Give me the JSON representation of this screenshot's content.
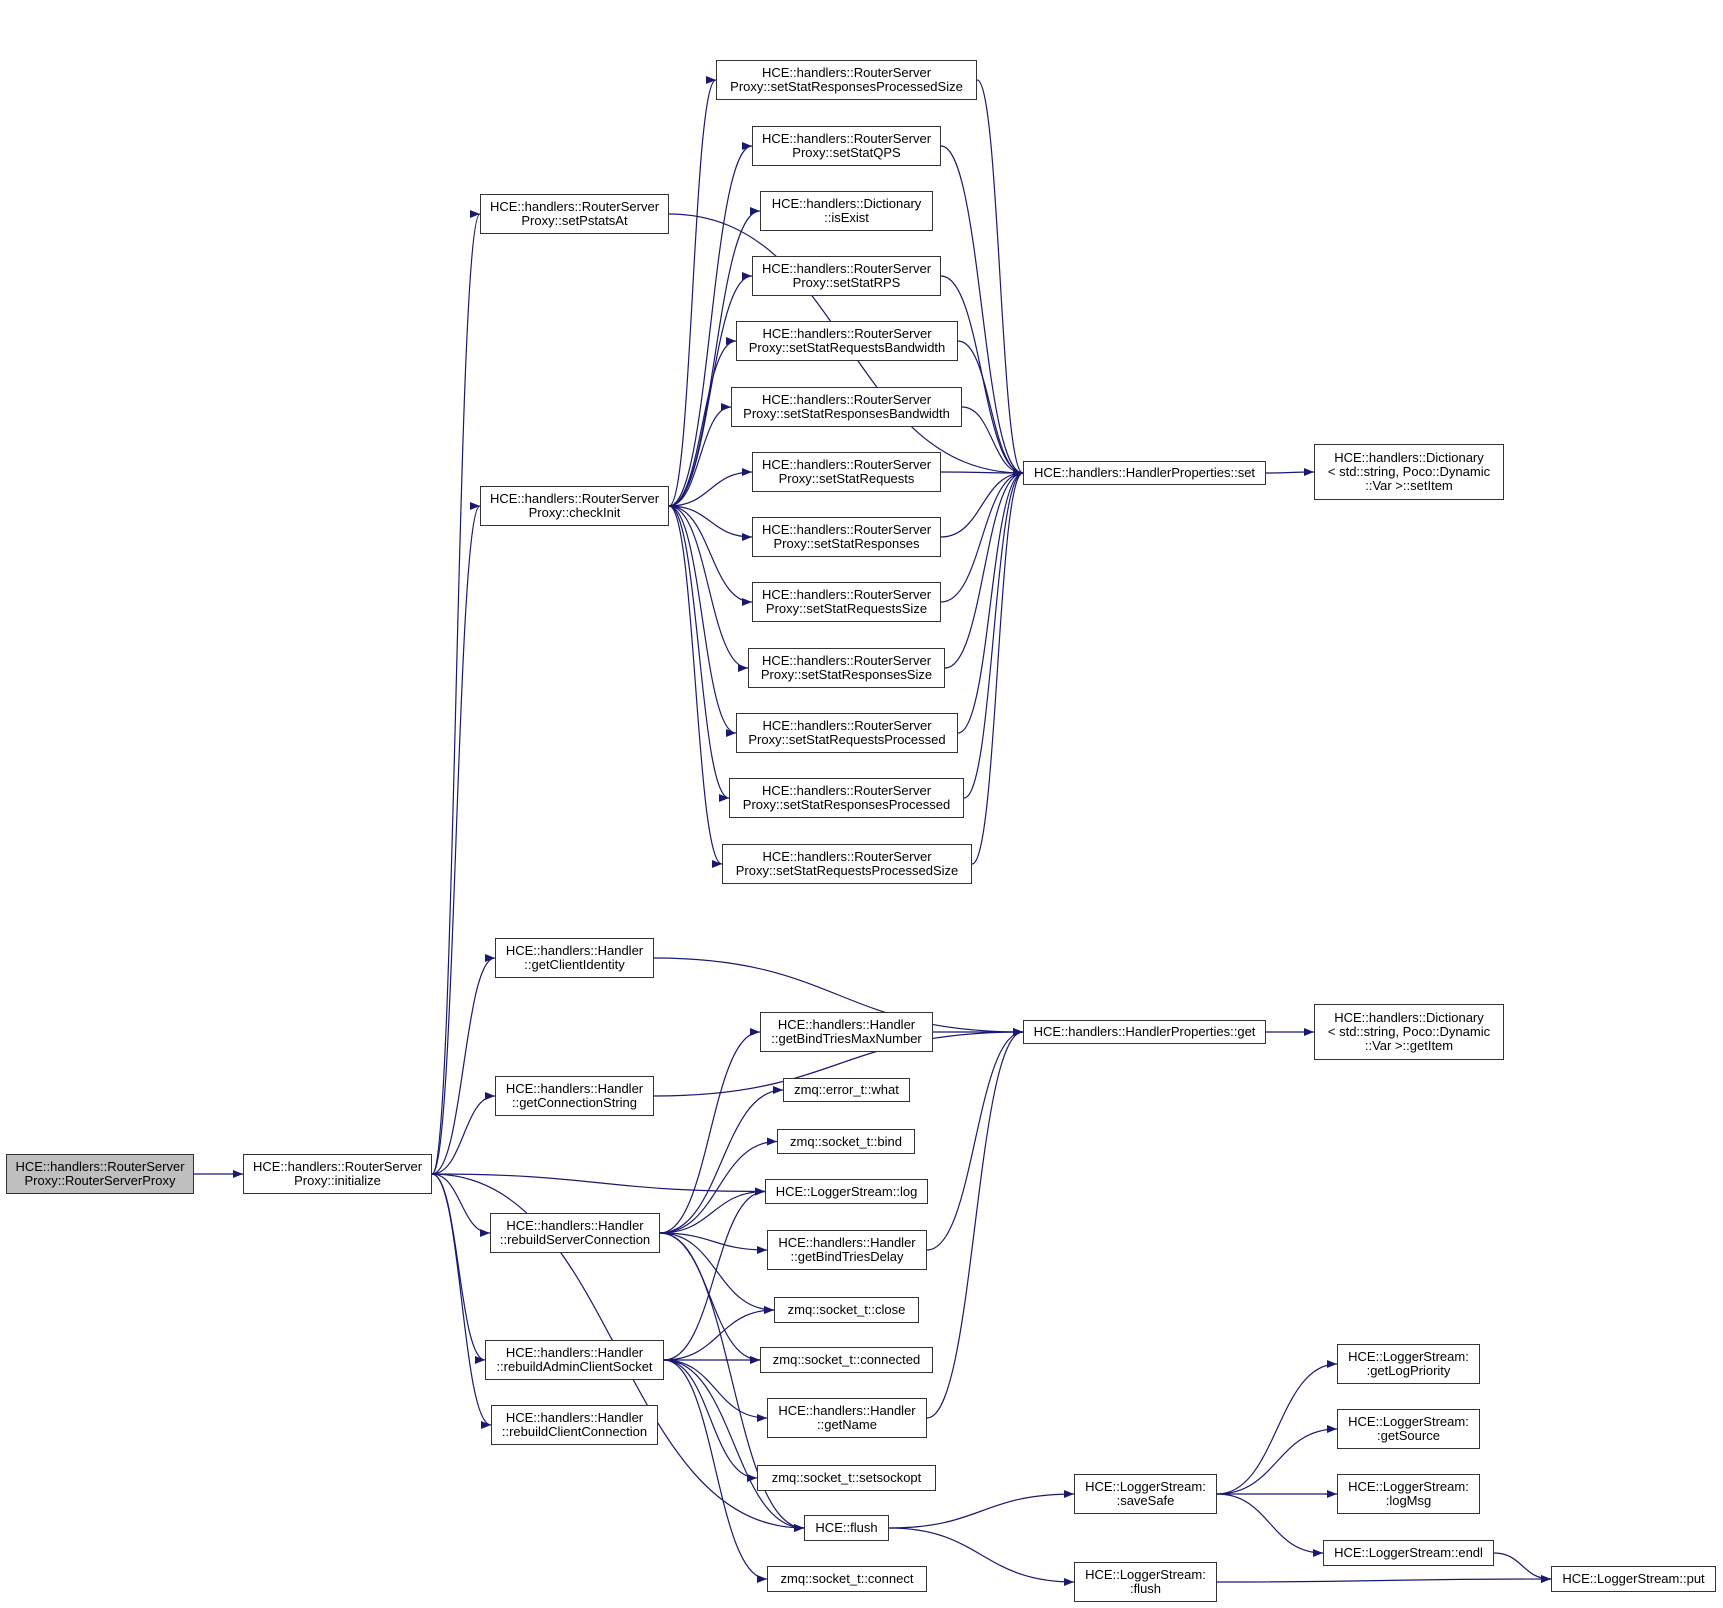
{
  "title": "Call graph of HCE::handlers::RouterServerProxy::RouterServerProxy",
  "colors": {
    "edge": "#191970",
    "node_border": "#333333",
    "root_fill": "#bfbfbf",
    "node_fill": "#ffffff"
  },
  "nodes": {
    "root": {
      "label": "HCE::handlers::RouterServer\nProxy::RouterServerProxy"
    },
    "initialize": {
      "label": "HCE::handlers::RouterServer\nProxy::initialize"
    },
    "setPstatsAt": {
      "label": "HCE::handlers::RouterServer\nProxy::setPstatsAt"
    },
    "checkInit": {
      "label": "HCE::handlers::RouterServer\nProxy::checkInit"
    },
    "setStatResponsesProcessedSize": {
      "label": "HCE::handlers::RouterServer\nProxy::setStatResponsesProcessedSize"
    },
    "setStatQPS": {
      "label": "HCE::handlers::RouterServer\nProxy::setStatQPS"
    },
    "isExist": {
      "label": "HCE::handlers::Dictionary\n::isExist"
    },
    "setStatRPS": {
      "label": "HCE::handlers::RouterServer\nProxy::setStatRPS"
    },
    "setStatRequestsBandwidth": {
      "label": "HCE::handlers::RouterServer\nProxy::setStatRequestsBandwidth"
    },
    "setStatResponsesBandwidth": {
      "label": "HCE::handlers::RouterServer\nProxy::setStatResponsesBandwidth"
    },
    "setStatRequests": {
      "label": "HCE::handlers::RouterServer\nProxy::setStatRequests"
    },
    "setStatResponses": {
      "label": "HCE::handlers::RouterServer\nProxy::setStatResponses"
    },
    "setStatRequestsSize": {
      "label": "HCE::handlers::RouterServer\nProxy::setStatRequestsSize"
    },
    "setStatResponsesSize": {
      "label": "HCE::handlers::RouterServer\nProxy::setStatResponsesSize"
    },
    "setStatRequestsProcessed": {
      "label": "HCE::handlers::RouterServer\nProxy::setStatRequestsProcessed"
    },
    "setStatResponsesProcessed": {
      "label": "HCE::handlers::RouterServer\nProxy::setStatResponsesProcessed"
    },
    "setStatRequestsProcessedSize": {
      "label": "HCE::handlers::RouterServer\nProxy::setStatRequestsProcessedSize"
    },
    "propSet": {
      "label": "HCE::handlers::HandlerProperties::set"
    },
    "setItem": {
      "label": "HCE::handlers::Dictionary\n< std::string, Poco::Dynamic\n::Var >::setItem"
    },
    "getClientIdentity": {
      "label": "HCE::handlers::Handler\n::getClientIdentity"
    },
    "getConnectionString": {
      "label": "HCE::handlers::Handler\n::getConnectionString"
    },
    "getBindTriesMaxNumber": {
      "label": "HCE::handlers::Handler\n::getBindTriesMaxNumber"
    },
    "propGet": {
      "label": "HCE::handlers::HandlerProperties::get"
    },
    "getItem": {
      "label": "HCE::handlers::Dictionary\n< std::string, Poco::Dynamic\n::Var >::getItem"
    },
    "errWhat": {
      "label": "zmq::error_t::what"
    },
    "sockBind": {
      "label": "zmq::socket_t::bind"
    },
    "logLog": {
      "label": "HCE::LoggerStream::log"
    },
    "rebuildServerConnection": {
      "label": "HCE::handlers::Handler\n::rebuildServerConnection"
    },
    "getBindTriesDelay": {
      "label": "HCE::handlers::Handler\n::getBindTriesDelay"
    },
    "sockClose": {
      "label": "zmq::socket_t::close"
    },
    "rebuildAdminClientSocket": {
      "label": "HCE::handlers::Handler\n::rebuildAdminClientSocket"
    },
    "sockConnected": {
      "label": "zmq::socket_t::connected"
    },
    "getName": {
      "label": "HCE::handlers::Handler\n::getName"
    },
    "rebuildClientConnection": {
      "label": "HCE::handlers::Handler\n::rebuildClientConnection"
    },
    "sockSetsockopt": {
      "label": "zmq::socket_t::setsockopt"
    },
    "hceFlush": {
      "label": "HCE::flush"
    },
    "sockConnect": {
      "label": "zmq::socket_t::connect"
    },
    "saveSafe": {
      "label": "HCE::LoggerStream:\n:saveSafe"
    },
    "lsFlush": {
      "label": "HCE::LoggerStream:\n:flush"
    },
    "getLogPriority": {
      "label": "HCE::LoggerStream:\n:getLogPriority"
    },
    "getSource": {
      "label": "HCE::LoggerStream:\n:getSource"
    },
    "logMsg": {
      "label": "HCE::LoggerStream:\n:logMsg"
    },
    "endl": {
      "label": "HCE::LoggerStream::endl"
    },
    "put": {
      "label": "HCE::LoggerStream::put"
    }
  },
  "edges": [
    [
      "root",
      "initialize"
    ],
    [
      "initialize",
      "setPstatsAt"
    ],
    [
      "initialize",
      "checkInit"
    ],
    [
      "initialize",
      "getClientIdentity"
    ],
    [
      "initialize",
      "getConnectionString"
    ],
    [
      "initialize",
      "logLog"
    ],
    [
      "initialize",
      "rebuildServerConnection"
    ],
    [
      "initialize",
      "rebuildAdminClientSocket"
    ],
    [
      "initialize",
      "rebuildClientConnection"
    ],
    [
      "initialize",
      "hceFlush"
    ],
    [
      "setPstatsAt",
      "propSet"
    ],
    [
      "checkInit",
      "setStatResponsesProcessedSize"
    ],
    [
      "checkInit",
      "setStatQPS"
    ],
    [
      "checkInit",
      "isExist"
    ],
    [
      "checkInit",
      "setStatRPS"
    ],
    [
      "checkInit",
      "setStatRequestsBandwidth"
    ],
    [
      "checkInit",
      "setStatResponsesBandwidth"
    ],
    [
      "checkInit",
      "setStatRequests"
    ],
    [
      "checkInit",
      "setStatResponses"
    ],
    [
      "checkInit",
      "setStatRequestsSize"
    ],
    [
      "checkInit",
      "setStatResponsesSize"
    ],
    [
      "checkInit",
      "setStatRequestsProcessed"
    ],
    [
      "checkInit",
      "setStatResponsesProcessed"
    ],
    [
      "checkInit",
      "setStatRequestsProcessedSize"
    ],
    [
      "setStatResponsesProcessedSize",
      "propSet"
    ],
    [
      "setStatQPS",
      "propSet"
    ],
    [
      "setStatRPS",
      "propSet"
    ],
    [
      "setStatRequestsBandwidth",
      "propSet"
    ],
    [
      "setStatResponsesBandwidth",
      "propSet"
    ],
    [
      "setStatRequests",
      "propSet"
    ],
    [
      "setStatResponses",
      "propSet"
    ],
    [
      "setStatRequestsSize",
      "propSet"
    ],
    [
      "setStatResponsesSize",
      "propSet"
    ],
    [
      "setStatRequestsProcessed",
      "propSet"
    ],
    [
      "setStatResponsesProcessed",
      "propSet"
    ],
    [
      "setStatRequestsProcessedSize",
      "propSet"
    ],
    [
      "propSet",
      "setItem"
    ],
    [
      "getClientIdentity",
      "propGet"
    ],
    [
      "getConnectionString",
      "propGet"
    ],
    [
      "getBindTriesMaxNumber",
      "propGet"
    ],
    [
      "getBindTriesDelay",
      "propGet"
    ],
    [
      "getName",
      "propGet"
    ],
    [
      "propGet",
      "getItem"
    ],
    [
      "rebuildServerConnection",
      "getBindTriesMaxNumber"
    ],
    [
      "rebuildServerConnection",
      "errWhat"
    ],
    [
      "rebuildServerConnection",
      "sockBind"
    ],
    [
      "rebuildServerConnection",
      "logLog"
    ],
    [
      "rebuildServerConnection",
      "getBindTriesDelay"
    ],
    [
      "rebuildServerConnection",
      "sockClose"
    ],
    [
      "rebuildServerConnection",
      "sockConnected"
    ],
    [
      "rebuildServerConnection",
      "hceFlush"
    ],
    [
      "rebuildAdminClientSocket",
      "logLog"
    ],
    [
      "rebuildAdminClientSocket",
      "sockClose"
    ],
    [
      "rebuildAdminClientSocket",
      "sockConnected"
    ],
    [
      "rebuildAdminClientSocket",
      "getName"
    ],
    [
      "rebuildAdminClientSocket",
      "sockSetsockopt"
    ],
    [
      "rebuildAdminClientSocket",
      "hceFlush"
    ],
    [
      "rebuildAdminClientSocket",
      "sockConnect"
    ],
    [
      "hceFlush",
      "saveSafe"
    ],
    [
      "hceFlush",
      "lsFlush"
    ],
    [
      "saveSafe",
      "getLogPriority"
    ],
    [
      "saveSafe",
      "getSource"
    ],
    [
      "saveSafe",
      "logMsg"
    ],
    [
      "saveSafe",
      "endl"
    ],
    [
      "endl",
      "put"
    ],
    [
      "lsFlush",
      "put"
    ]
  ]
}
